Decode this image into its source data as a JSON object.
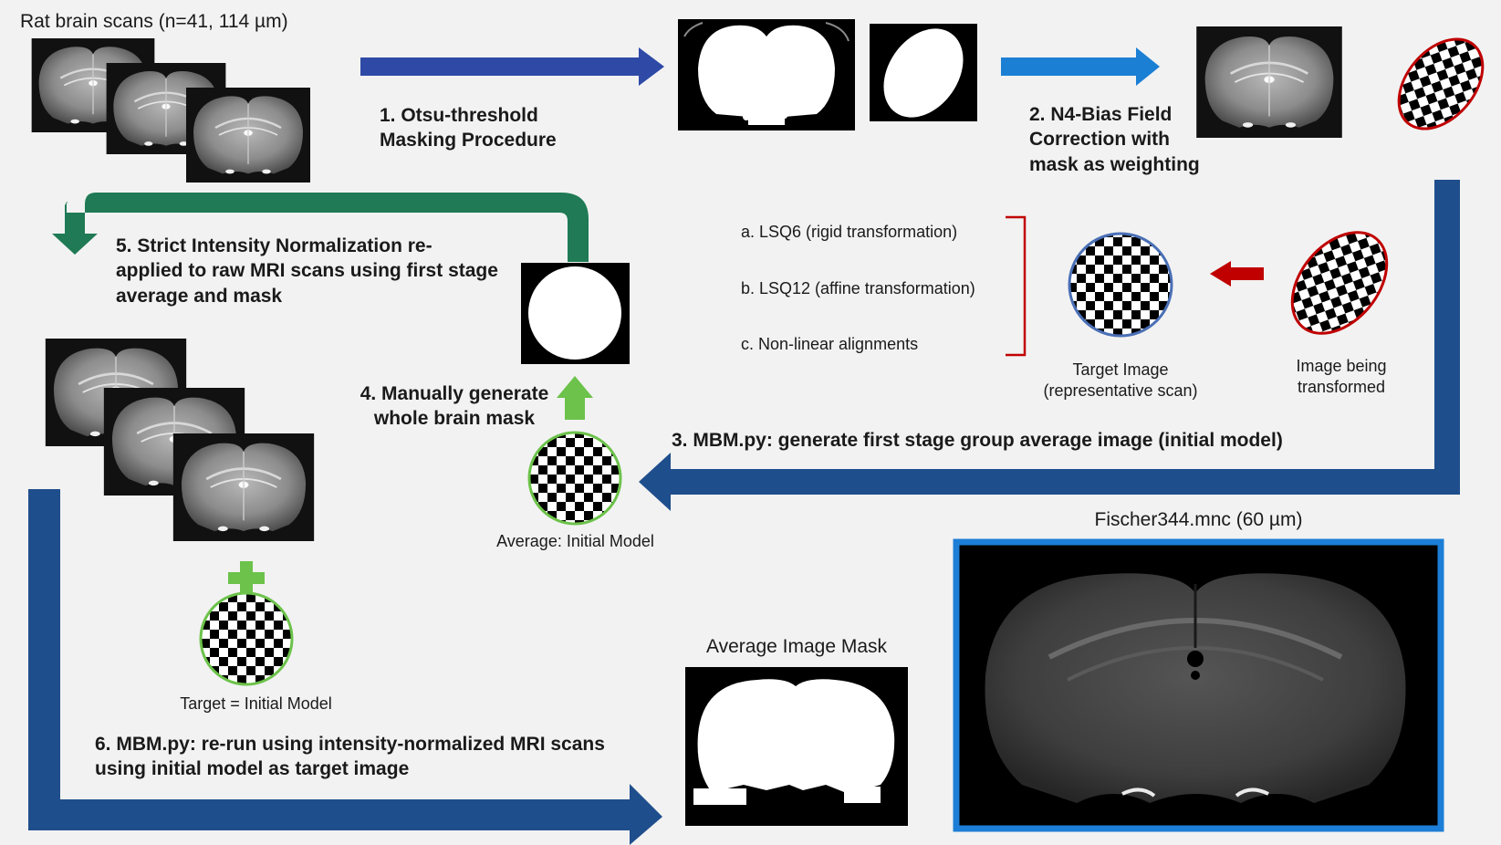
{
  "scans_title": "Rat brain scans (n=41, 114 µm)",
  "step1": "1. Otsu-threshold\nMasking Procedure",
  "step2": "2. N4-Bias Field\nCorrection with\nmask as weighting",
  "step3": "3. MBM.py: generate first stage group average image (initial model)",
  "step4": "4. Manually generate\nwhole brain mask",
  "step5": "5. Strict Intensity Normalization re-\napplied to raw MRI scans using first stage\naverage and mask",
  "step6": "6. MBM.py: re-run using intensity-normalized MRI scans\nusing initial model as target image",
  "reg_a": "a. LSQ6  (rigid transformation)",
  "reg_b": "b. LSQ12  (affine transformation)",
  "reg_c": "c. Non-linear alignments",
  "target_label": "Target Image\n(representative scan)",
  "moving_label": "Image being\ntransformed",
  "average_label": "Average: Initial Model",
  "target_initial_label": "Target = Initial Model",
  "mask_title": "Average Image Mask",
  "final_title": "Fischer344.mnc (60 µm)",
  "colors": {
    "navy": "#1f4e8c",
    "dark_blue": "#2e4aa6",
    "light_blue": "#1b7fd4",
    "teal": "#1f7a55",
    "green": "#6cc24a",
    "red": "#c00000",
    "frame_blue": "#1c7ed6"
  }
}
